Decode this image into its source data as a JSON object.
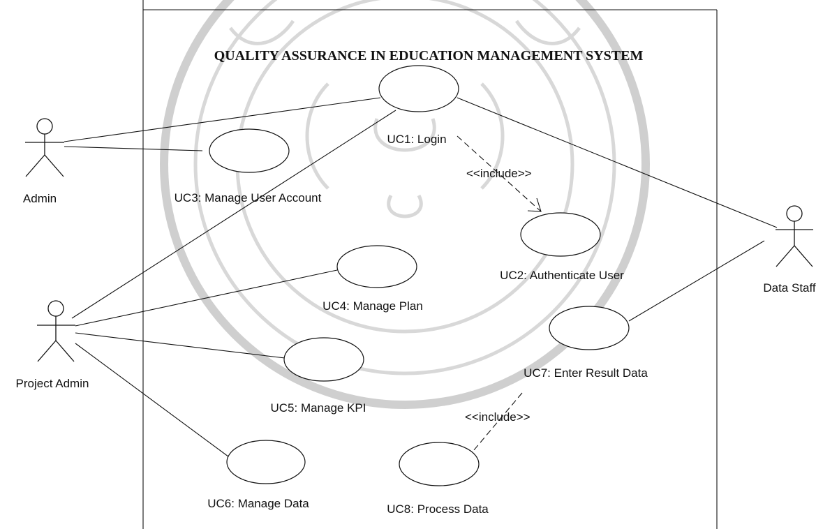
{
  "diagram": {
    "title": "QUALITY ASSURANCE IN EDUCATION MANAGEMENT SYSTEM",
    "actors": [
      {
        "id": "admin",
        "label": "Admin"
      },
      {
        "id": "project_admin",
        "label": "Project Admin"
      },
      {
        "id": "data_staff",
        "label": "Data Staff"
      }
    ],
    "use_cases": [
      {
        "id": "uc1",
        "label": "UC1: Login"
      },
      {
        "id": "uc2",
        "label": "UC2: Authenticate User"
      },
      {
        "id": "uc3",
        "label": "UC3: Manage User Account"
      },
      {
        "id": "uc4",
        "label": "UC4: Manage Plan"
      },
      {
        "id": "uc5",
        "label": "UC5: Manage KPI"
      },
      {
        "id": "uc6",
        "label": "UC6: Manage Data"
      },
      {
        "id": "uc7",
        "label": "UC7: Enter Result Data"
      },
      {
        "id": "uc8",
        "label": "UC8: Process Data"
      }
    ],
    "associations": [
      {
        "actor": "admin",
        "use_case": "uc1"
      },
      {
        "actor": "admin",
        "use_case": "uc3"
      },
      {
        "actor": "project_admin",
        "use_case": "uc1"
      },
      {
        "actor": "project_admin",
        "use_case": "uc4"
      },
      {
        "actor": "project_admin",
        "use_case": "uc5"
      },
      {
        "actor": "project_admin",
        "use_case": "uc6"
      },
      {
        "actor": "data_staff",
        "use_case": "uc1"
      },
      {
        "actor": "data_staff",
        "use_case": "uc7"
      }
    ],
    "includes": [
      {
        "from": "uc1",
        "to": "uc2",
        "label": "<<include>>"
      },
      {
        "from": "uc7",
        "to": "uc8",
        "label": "<<include>>"
      }
    ]
  }
}
